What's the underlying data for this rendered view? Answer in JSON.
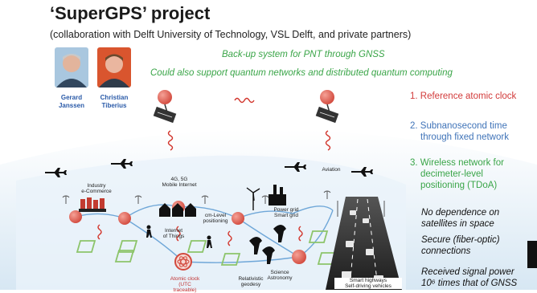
{
  "title": "‘SuperGPS’ project",
  "subtitle": "(collaboration with Delft University of Technology, VSL Delft, and private partners)",
  "taglines": [
    "Back-up system for PNT through GNSS",
    "Could also support quantum networks and distributed quantum computing"
  ],
  "people": [
    {
      "first": "Gerard",
      "last": "Janssen"
    },
    {
      "first": "Christian",
      "last": "Tiberius"
    }
  ],
  "features": [
    {
      "line1": "1. Reference atomic clock",
      "line2": ""
    },
    {
      "line1": "2. Subnanosecond time",
      "line2": "through fixed network"
    },
    {
      "line1": "3. Wireless network for",
      "line2": "decimeter-level",
      "line3": "positioning (TDoA)"
    }
  ],
  "notes": [
    {
      "line1": "No dependence on",
      "line2": "satellites in space"
    },
    {
      "line1": "Secure (fiber-optic)",
      "line2": "connections"
    },
    {
      "line1": "Received signal power",
      "line2": "10⁶ times that of GNSS"
    }
  ],
  "diagram_labels": {
    "industry": [
      "Industry",
      "e-Commerce"
    ],
    "mobile": [
      "4G, 5G",
      "Mobile Internet"
    ],
    "cm_level": [
      "cm-Level",
      "positioning"
    ],
    "power": [
      "Power grid",
      "Smart grid"
    ],
    "aviation": "Aviation",
    "iot": [
      "Internet",
      "of Things"
    ],
    "atomic": [
      "Atomic clock",
      "(UTC traceable)"
    ],
    "relativistic": [
      "Relativistic",
      "geodesy"
    ],
    "science": [
      "Science",
      "Astronomy"
    ],
    "highways": [
      "Smart highways",
      "Self-driving vehicles"
    ]
  },
  "colors": {
    "accent_red": "#d23a3a",
    "accent_blue": "#3f73b8",
    "accent_green": "#3aa548"
  }
}
